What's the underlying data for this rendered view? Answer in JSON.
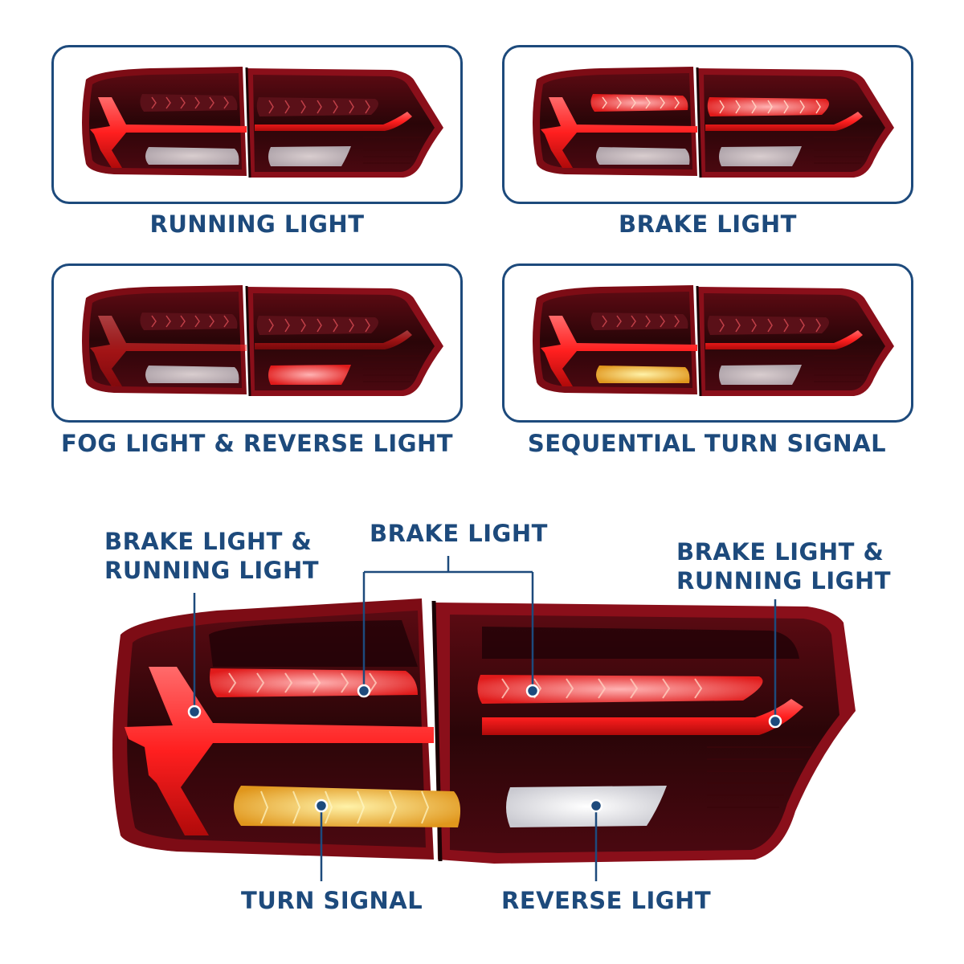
{
  "panels": [
    {
      "label": "RUNNING LIGHT",
      "mode": "running"
    },
    {
      "label": "BRAKE LIGHT",
      "mode": "brake"
    },
    {
      "label": "FOG LIGHT & REVERSE LIGHT",
      "mode": "fog"
    },
    {
      "label": "SEQUENTIAL TURN SIGNAL",
      "mode": "turn"
    }
  ],
  "callouts": {
    "left_top": [
      "BRAKE LIGHT &",
      "RUNNING LIGHT"
    ],
    "center_top": "BRAKE LIGHT",
    "right_top": [
      "BRAKE LIGHT &",
      "RUNNING LIGHT"
    ],
    "bottom_left": "TURN SIGNAL",
    "bottom_right": "REVERSE LIGHT"
  },
  "colors": {
    "accent": "#1d4a7c",
    "lamp_red": "#8a0f1a",
    "led_red": "#ff2a2a",
    "led_amber": "#ffc23a",
    "led_white": "#f4f4f6"
  }
}
